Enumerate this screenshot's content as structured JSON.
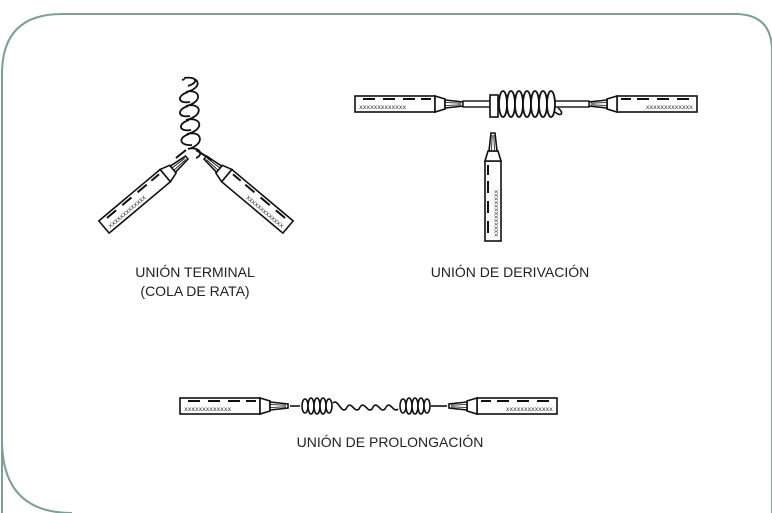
{
  "diagram": {
    "joints": [
      {
        "id": "terminal",
        "caption_line1": "UNIÓN TERMINAL",
        "caption_line2": "(COLA DE RATA)"
      },
      {
        "id": "derivacion",
        "caption_line1": "UNIÓN DE DERIVACIÓN"
      },
      {
        "id": "prolongacion",
        "caption_line1": "UNIÓN DE PROLONGACIÓN"
      }
    ]
  },
  "style": {
    "frame_border_color": "#7f9f8f",
    "stroke_color": "#111111"
  }
}
